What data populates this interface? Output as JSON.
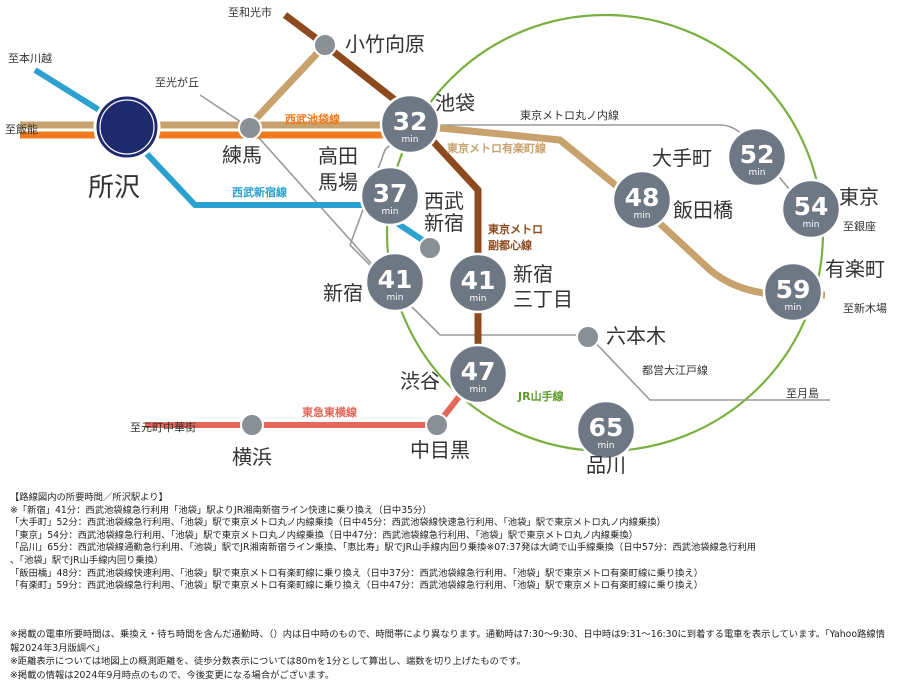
{
  "colors": {
    "seibu_ikebukuro": "#f07a1e",
    "seibu_shinjuku": "#2aa1d0",
    "yurakucho": "#c8a26c",
    "fukutoshin": "#8c4a1e",
    "marunouchi": "#999999",
    "toyoko": "#e4675a",
    "yamanote": "#7ab040",
    "station_fill": "#6e7784",
    "origin_fill": "#1f2a6e"
  },
  "origin": {
    "name": "所沢"
  },
  "unit": "min",
  "stations": [
    {
      "id": "ikebukuro",
      "name": "池袋",
      "minutes": "32"
    },
    {
      "id": "takadanobaba",
      "name": "高田\n馬場",
      "minutes": "37"
    },
    {
      "id": "seibushinjuku",
      "name": "西武\n新宿"
    },
    {
      "id": "shinjuku",
      "name": "新宿",
      "minutes": "41"
    },
    {
      "id": "shinjukusanchome",
      "name": "新宿\n三丁目",
      "minutes": "41"
    },
    {
      "id": "shibuya",
      "name": "渋谷",
      "minutes": "47"
    },
    {
      "id": "shinagawa",
      "name": "品川",
      "minutes": "65"
    },
    {
      "id": "iidabashi",
      "name": "飯田橋",
      "minutes": "48"
    },
    {
      "id": "otemachi",
      "name": "大手町",
      "minutes": "52"
    },
    {
      "id": "tokyo",
      "name": "東京",
      "minutes": "54"
    },
    {
      "id": "yurakucho",
      "name": "有楽町",
      "minutes": "59"
    },
    {
      "id": "nerima",
      "name": "練馬"
    },
    {
      "id": "kotakemukaihara",
      "name": "小竹向原"
    },
    {
      "id": "roppongi",
      "name": "六本木"
    },
    {
      "id": "nakameguro",
      "name": "中目黒"
    },
    {
      "id": "yokohama",
      "name": "横浜"
    }
  ],
  "directions": {
    "hon_kawagoe": "至本川越",
    "hanno": "至飯能",
    "hikarigaoka": "至光が丘",
    "wakoshi": "至和光市",
    "ginza": "至銀座",
    "shinkiba": "至新木場",
    "tsukishima": "至月島",
    "motomachi": "至元町中華街"
  },
  "lines": {
    "seibu_ikebukuro": "西武池袋線",
    "seibu_shinjuku": "西武新宿線",
    "yurakucho": "東京メトロ有楽町線",
    "fukutoshin": "東京メトロ\n副都心線",
    "marunouchi": "東京メトロ丸ノ内線",
    "oedo": "都営大江戸線",
    "yamanote": "JR山手線",
    "toyoko": "東急東横線"
  },
  "notes": {
    "heading": "【路線図内の所要時間／所沢駅より】",
    "lines": [
      "※「新宿」41分：西武池袋線急行利用「池袋」駅よりJR湘南新宿ライン快速に乗り換え（日中35分）",
      "「大手町」52分：西武池袋線急行利用、「池袋」駅で東京メトロ丸ノ内線乗換（日中45分：西武池袋線快速急行利用、「池袋」駅で東京メトロ丸ノ内線乗換）",
      "「東京」54分：西武池袋線急行利用、「池袋」駅で東京メトロ丸ノ内線乗換（日中47分：西武池袋線急行利用、「池袋」駅で東京メトロ丸ノ内線乗換）",
      "「品川」65分：西武池袋線通勤急行利用、「池袋」駅でJR湘南新宿ライン乗換、「恵比寿」駅でJR山手線内回り乗換※07:37発は大崎で山手線乗換（日中57分：西武池袋線急行利用",
      "、「池袋」駅でJR山手線内回り乗換）",
      "「飯田橋」48分：西武池袋線快速利用、「池袋」駅で東京メトロ有楽町線に乗り換え（日中37分：西武池袋線急行利用、「池袋」駅で東京メトロ有楽町線に乗り換え）",
      "「有楽町」59分：西武池袋線急行利用、「池袋」駅で東京メトロ有楽町線に乗り換え（日中47分：西武池袋線急行利用、「池袋」駅で東京メトロ有楽町線に乗り換え）"
    ],
    "footer": [
      "※掲載の電車所要時間は、乗換え・待ち時間を含んだ通勤時、（）内は日中時のもので、時間帯により異なります。通勤時は7:30〜9:30、日中時は9:31〜16:30に到着する電車を表示しています。「Yahoo路線情報2024年3月版調べ」",
      "※距離表示については地図上の概測距離を、徒歩分数表示については80mを1分として算出し、端数を切り上げたものです。",
      "※掲載の情報は2024年9月時点のもので、今後変更になる場合がございます。"
    ]
  }
}
